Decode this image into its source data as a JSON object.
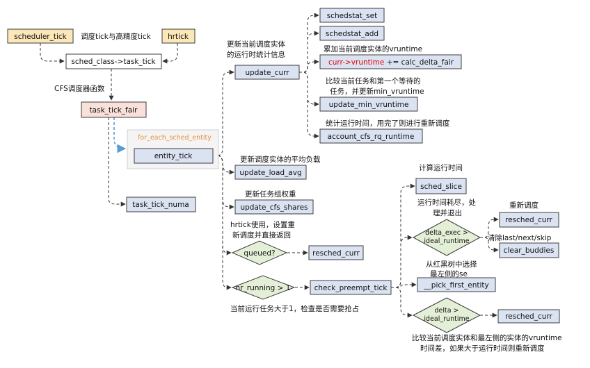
{
  "boxes": {
    "scheduler_tick": "scheduler_tick",
    "hrtick": "hrtick",
    "sched_class_task_tick": "sched_class->task_tick",
    "task_tick_fair": "task_tick_fair",
    "for_each_sched_entity": "for_each_sched_entity",
    "entity_tick": "entity_tick",
    "task_tick_numa": "task_tick_numa",
    "update_curr": "update_curr",
    "schedstat_set": "schedstat_set",
    "schedstat_add": "schedstat_add",
    "curr_vruntime_red": "curr->vruntime",
    "curr_vruntime_rest": " += calc_delta_fair",
    "update_min_vruntime": "update_min_vruntime",
    "account_cfs_rq_runtime": "account_cfs_rq_runtime",
    "update_load_avg": "update_load_avg",
    "update_cfs_shares": "update_cfs_shares",
    "queued": "queued?",
    "resched_curr_1": "resched_curr",
    "nr_running": "nr_running > 1",
    "check_preempt_tick": "check_preempt_tick",
    "sched_slice": "sched_slice",
    "delta_exec_l1": "delta_exec >",
    "delta_exec_l2": "ideal_runtime",
    "resched_curr_2": "resched_curr",
    "clear_buddies": "clear_buddies",
    "pick_first_entity": "__pick_first_entity",
    "delta_l1": "delta >",
    "delta_l2": "ideal_runtime",
    "resched_curr_3": "resched_curr"
  },
  "labels": {
    "tick_to_hrtick": "调度tick与高精度tick",
    "cfs_func": "CFS调度器函数",
    "update_curr_l1": "更新当前调度实体",
    "update_curr_l2": "的运行时统计信息",
    "accumulate_vruntime": "累加当前调度实体的vruntime",
    "compare_l1": "比较当前任务和第一个等待的",
    "compare_l2": "任务，并更新min_vruntime",
    "account_runtime": "统计运行时间，用完了则进行重新调度",
    "load_avg": "更新调度实体的平均负载",
    "group_weight": "更新任务组权重",
    "hrtick_l1": "hrtick使用，设置重",
    "hrtick_l2": "新调度并直接返回",
    "nr_running_desc": "当前运行任务大于1，检查是否需要抢占",
    "calc_runtime": "计算运行时间",
    "exhausted_l1": "运行时间耗尽，处",
    "exhausted_l2": "理并退出",
    "reschedule": "重新调度",
    "clear_desc": "清除last/next/skip",
    "pick_l1": "从红黑树中选择",
    "pick_l2": "最左侧的se",
    "compare_vr_l1": "比较当前调度实体和最左侧的实体的vruntime",
    "compare_vr_l2": "时间差，如果大于运行时间则重新调度"
  },
  "colors": {
    "box_fill": "#dbe3f2",
    "box_stroke": "#3c3c3c",
    "tick_fill": "#fbe7b8",
    "fair_fill": "#f9e0d8",
    "diamond_fill": "#e3efd6",
    "group_fill": "#f4f4f4",
    "group_label": "#e8903a",
    "highlight_text": "#e00000",
    "blue_arrow": "#5b9bd5",
    "line": "#333333"
  }
}
